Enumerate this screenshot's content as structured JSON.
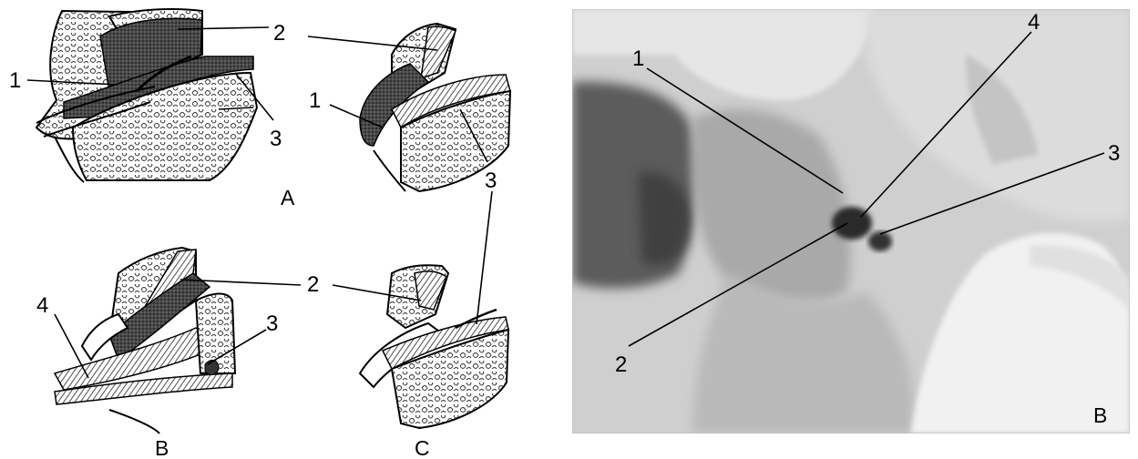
{
  "left_figure": {
    "panels": {
      "A": "A",
      "B": "B",
      "C": "C"
    },
    "callouts": {
      "top_1": "1",
      "top_2": "2",
      "top_3": "3",
      "mid_1": "1",
      "shared_3": "3",
      "bottom_2": "2",
      "bottom_3": "3",
      "bottom_4": "4"
    }
  },
  "right_figure": {
    "panel": "B",
    "callouts": {
      "one": "1",
      "two": "2",
      "three": "3",
      "four": "4"
    }
  }
}
